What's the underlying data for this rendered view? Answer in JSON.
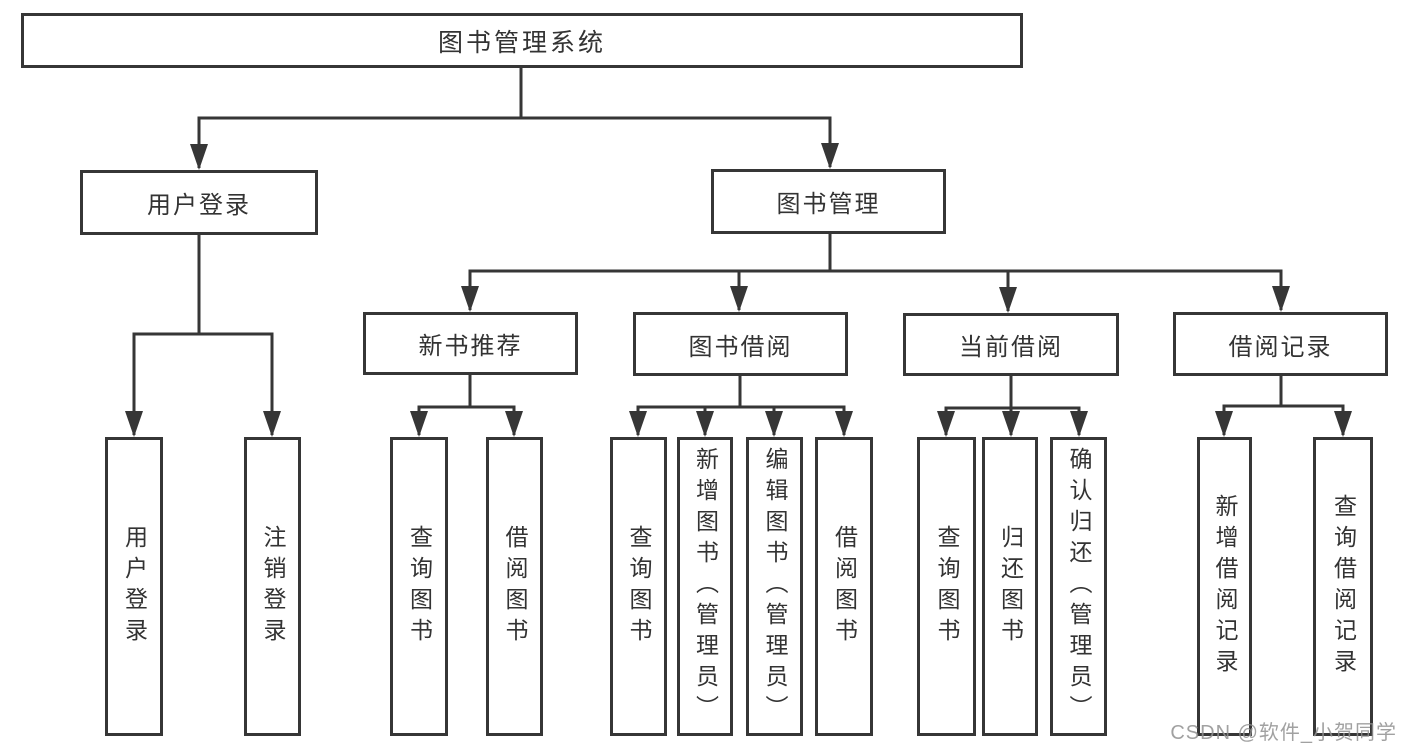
{
  "tree": {
    "root": "图书管理系统",
    "children": [
      {
        "label": "用户登录",
        "leaves": [
          "用户登录",
          "注销登录"
        ]
      },
      {
        "label": "图书管理",
        "children": [
          {
            "label": "新书推荐",
            "leaves": [
              "查询图书",
              "借阅图书"
            ]
          },
          {
            "label": "图书借阅",
            "leaves": [
              "查询图书",
              "新增图书（管理员）",
              "编辑图书（管理员）",
              "借阅图书"
            ]
          },
          {
            "label": "当前借阅",
            "leaves": [
              "查询图书",
              "归还图书",
              "确认归还（管理员）"
            ]
          },
          {
            "label": "借阅记录",
            "leaves": [
              "新增借阅记录",
              "查询借阅记录"
            ]
          }
        ]
      }
    ]
  },
  "watermark": {
    "text": "CSDN @软件_小贺同学"
  },
  "colors": {
    "line": "#363636",
    "text": "#333333",
    "background": "#ffffff",
    "watermark": "#919191"
  }
}
